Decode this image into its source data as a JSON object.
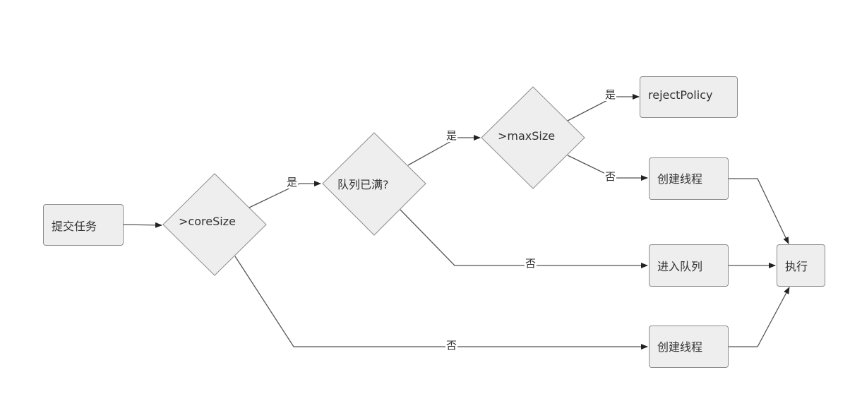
{
  "nodes": {
    "submit": "提交任务",
    "core_size": ">coreSize",
    "queue_full": "队列已满?",
    "max_size": ">maxSize",
    "reject_policy": "rejectPolicy",
    "create_thread_upper": "创建线程",
    "enqueue": "进入队列",
    "create_thread_lower": "创建线程",
    "execute": "执行"
  },
  "edge_labels": {
    "core_yes": "是",
    "queue_yes": "是",
    "max_yes": "是",
    "max_no": "否",
    "queue_no": "否",
    "core_no": "否"
  },
  "colors": {
    "node_fill": "#eeeeee",
    "node_border": "#8c8c8c",
    "edge": "#555555",
    "text": "#333333"
  }
}
